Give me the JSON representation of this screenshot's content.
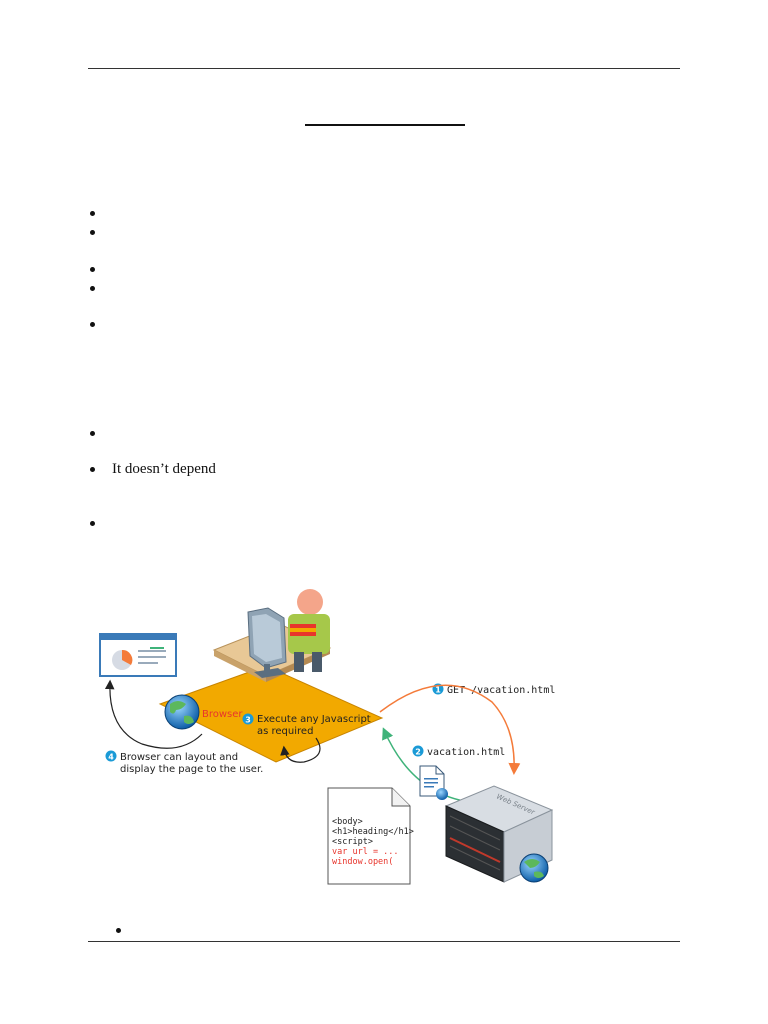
{
  "page": {
    "body_text": "It doesn’t depend"
  },
  "figure": {
    "browser_label": "Browser",
    "step1": {
      "num": "1",
      "text": "GET /vacation.html"
    },
    "step2": {
      "num": "2",
      "text": "vacation.html"
    },
    "step3": {
      "num": "3",
      "line1": "Execute any Javascript",
      "line2": "as required"
    },
    "step4": {
      "num": "4",
      "line1": "Browser can layout and",
      "line2": "display the page to the user."
    },
    "server_label": "Web Server",
    "code_lines": [
      {
        "text": "<body>",
        "color": "#222222"
      },
      {
        "text": "<h1>heading</h1>",
        "color": "#222222"
      },
      {
        "text": "<script>",
        "color": "#222222"
      },
      {
        "text": "var url = ...",
        "color": "#e8352c"
      },
      {
        "text": "window.open(",
        "color": "#e8352c"
      }
    ],
    "colors": {
      "table": "#f2a900",
      "step_badge": "#1a9ad6",
      "request_arrow": "#f47b3a",
      "response_arrow": "#3fb37a",
      "browser_label": "#e8352c"
    }
  }
}
